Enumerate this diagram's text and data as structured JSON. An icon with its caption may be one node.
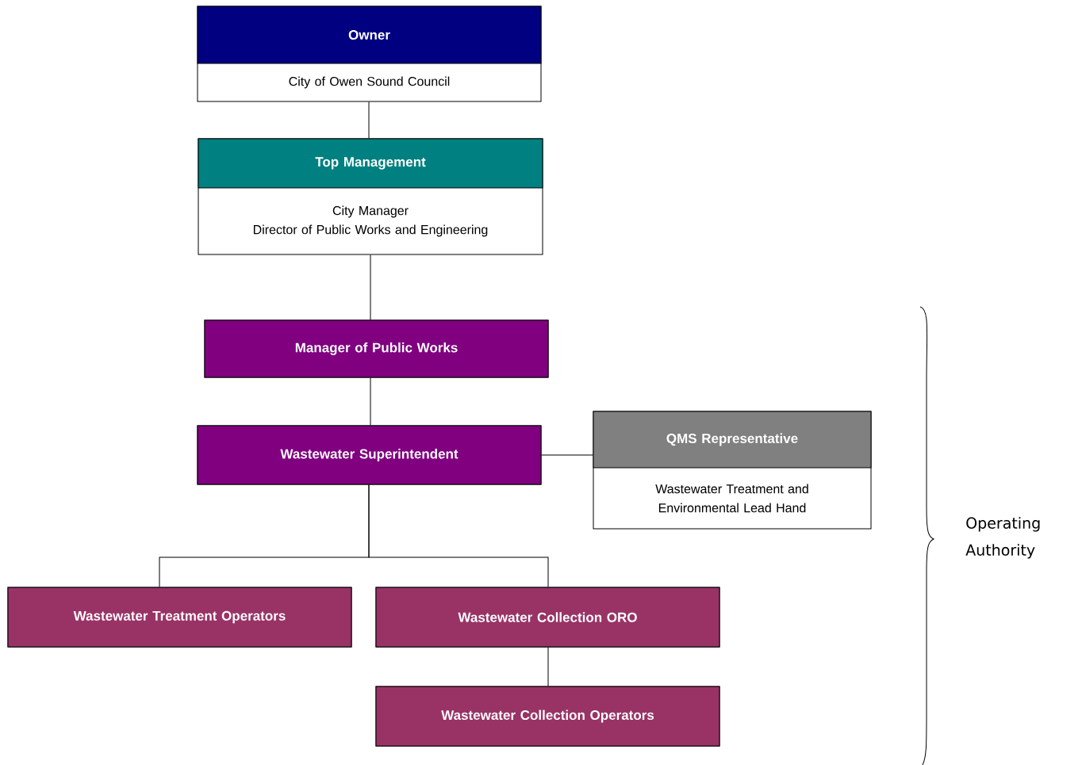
{
  "diagram": {
    "nodes": [
      {
        "text": [
          "Owner",
          "City of Owen Sound Council"
        ]
      },
      {
        "text": [
          "Top Management",
          "City Manager",
          "Director of Public Works and Engineering"
        ]
      },
      {
        "text": [
          "Manager of Public Works"
        ]
      },
      {
        "text": [
          "Wastewater Superintendent"
        ]
      },
      {
        "text": [
          "QMS Representative",
          "Wastewater Treatment and Environmental Lead Hand"
        ]
      },
      {
        "text": [
          "Wastewater Treatment Operators"
        ]
      },
      {
        "text": [
          "Wastewater Collection ORO"
        ]
      },
      {
        "text": [
          "Wastewater Collection Operators"
        ]
      }
    ],
    "edges": [
      {
        "from": 0,
        "to": 1,
        "arrow": "none"
      },
      {
        "from": 1,
        "to": 2,
        "arrow": "none"
      },
      {
        "from": 2,
        "to": 3,
        "arrow": "none"
      },
      {
        "from": 3,
        "to": 4,
        "arrow": "none"
      },
      {
        "from": 3,
        "to": 5,
        "arrow": "none"
      },
      {
        "from": 3,
        "to": 6,
        "arrow": "none"
      },
      {
        "from": 6,
        "to": 7,
        "arrow": "none"
      }
    ],
    "labels": [
      "Operating Authority"
    ]
  }
}
